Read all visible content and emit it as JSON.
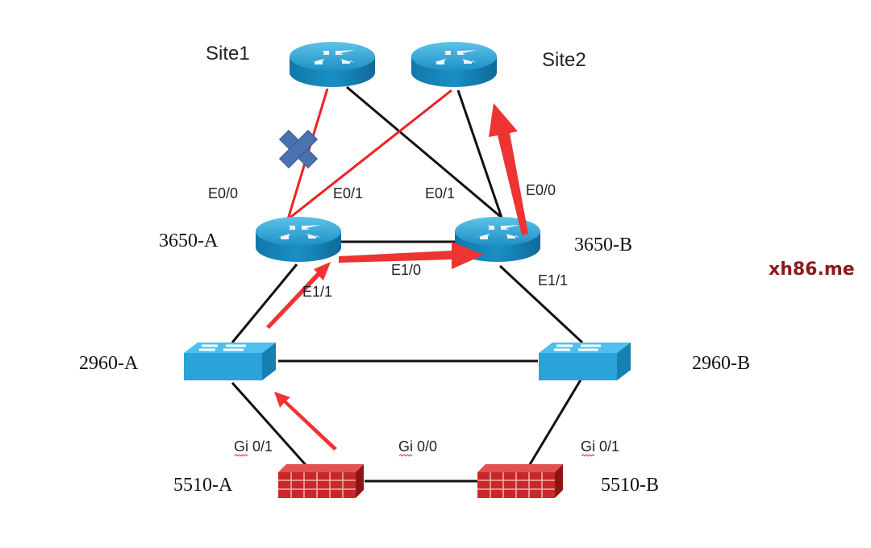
{
  "devices": {
    "site1": "Site1",
    "site2": "Site2",
    "core_a": "3650-A",
    "core_b": "3650-B",
    "switch_a": "2960-A",
    "switch_b": "2960-B",
    "fw_a": "5510-A",
    "fw_b": "5510-B"
  },
  "ports": {
    "a_e00": "E0/0",
    "a_e01": "E0/1",
    "b_e01": "E0/1",
    "b_e00": "E0/0",
    "e10": "E1/0",
    "a_e11": "E1/1",
    "b_e11": "E1/1",
    "fw_a_gi01": "Gi 0/1",
    "fw_gi00": "Gi 0/0",
    "fw_b_gi01": "Gi 0/1"
  },
  "watermark": "xh86.me",
  "colors": {
    "router": "#1a8fc6",
    "switch": "#2aa3d8",
    "firewall": "#c8282a",
    "active_path": "#ee2222",
    "link": "#111111",
    "failure_mark": "#4a72b0",
    "watermark": "#8b1a1a"
  }
}
